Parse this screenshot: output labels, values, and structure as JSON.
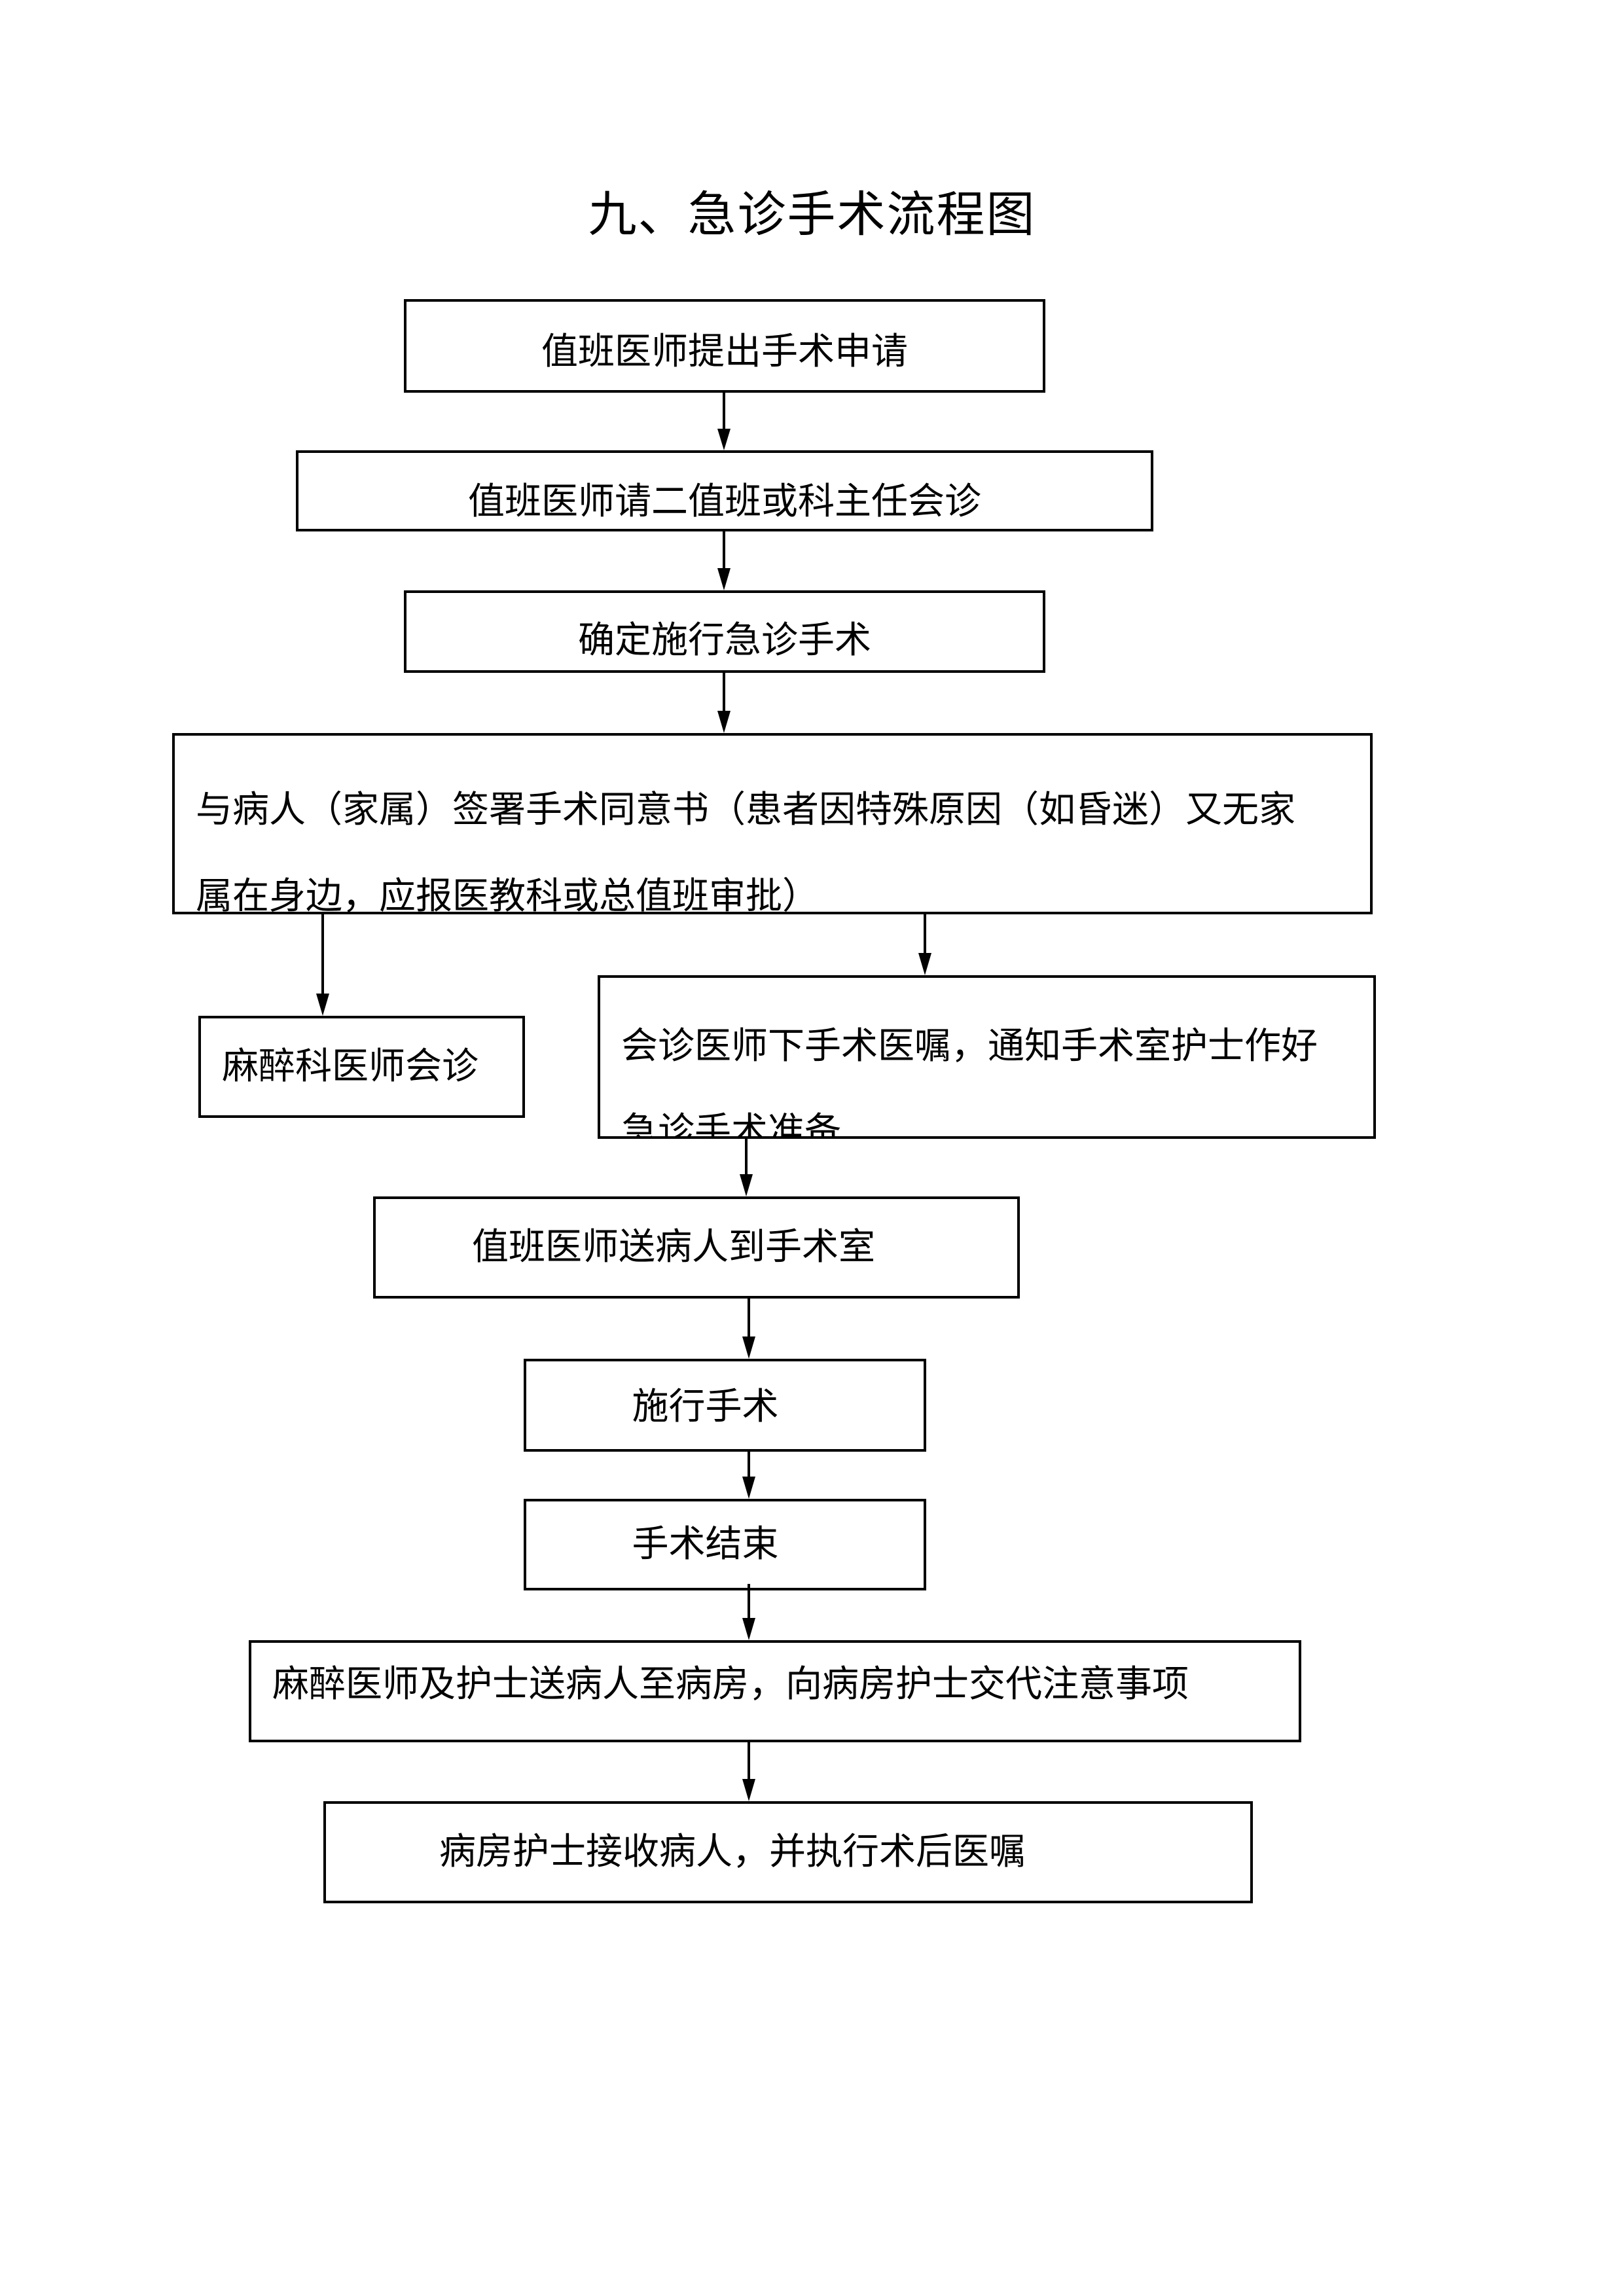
{
  "document": {
    "title": "九、急诊手术流程图"
  },
  "flowchart": {
    "steps": [
      {
        "id": "request",
        "lines": [
          "值班医师提出手术申请"
        ]
      },
      {
        "id": "consult-senior",
        "lines": [
          "值班医师请二值班或科主任会诊"
        ]
      },
      {
        "id": "confirm",
        "lines": [
          "确定施行急诊手术"
        ]
      },
      {
        "id": "consent",
        "lines": [
          "与病人（家属）签署手术同意书（患者因特殊原因（如昏迷）又无家",
          "属在身边，应报医教科或总值班审批）"
        ]
      },
      {
        "id": "anesthesia-consult",
        "lines": [
          "麻醉科医师会诊"
        ]
      },
      {
        "id": "orders",
        "lines": [
          "会诊医师下手术医嘱，通知手术室护士作好",
          "急诊手术准备"
        ]
      },
      {
        "id": "transfer-to-or",
        "lines": [
          "值班医师送病人到手术室"
        ]
      },
      {
        "id": "operate",
        "lines": [
          "施行手术"
        ]
      },
      {
        "id": "end",
        "lines": [
          "手术结束"
        ]
      },
      {
        "id": "return-ward",
        "lines": [
          "麻醉医师及护士送病人至病房，向病房护士交代注意事项"
        ]
      },
      {
        "id": "ward-receive",
        "lines": [
          "病房护士接收病人，并执行术后医嘱"
        ]
      }
    ],
    "edges": [
      [
        "request",
        "consult-senior"
      ],
      [
        "consult-senior",
        "confirm"
      ],
      [
        "confirm",
        "consent"
      ],
      [
        "consent",
        "anesthesia-consult"
      ],
      [
        "consent",
        "orders"
      ],
      [
        "orders",
        "transfer-to-or"
      ],
      [
        "transfer-to-or",
        "operate"
      ],
      [
        "operate",
        "end"
      ],
      [
        "end",
        "return-ward"
      ],
      [
        "return-ward",
        "ward-receive"
      ]
    ],
    "colors": {
      "stroke": "#000000",
      "background": "#ffffff"
    }
  }
}
